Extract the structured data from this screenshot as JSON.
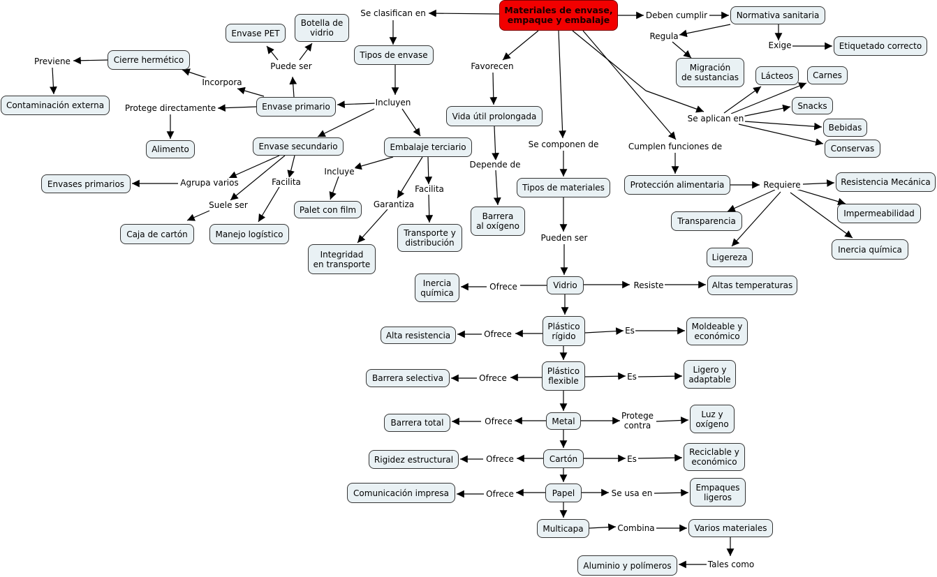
{
  "map": {
    "title": "Materiales de envase,\nempaque y embalaje",
    "nodes": {
      "root": "Materiales de envase,\nempaque y embalaje",
      "tipos_envase": "Tipos de envase",
      "envase_pet": "Envase PET",
      "botella_vidrio": "Botella de\nvidrio",
      "cierre": "Cierre hermético",
      "contaminacion": "Contaminación externa",
      "envase_primario": "Envase primario",
      "alimento": "Alimento",
      "envase_secundario": "Envase secundario",
      "embalaje_terciario": "Embalaje terciario",
      "envases_primarios": "Envases primarios",
      "caja_carton": "Caja de cartón",
      "manejo_logistico": "Manejo logístico",
      "palet": "Palet con film",
      "integridad": "Integridad\nen transporte",
      "transporte": "Transporte y\ndistribución",
      "vida_util": "Vida útil prolongada",
      "barrera_oxigeno": "Barrera\nal oxígeno",
      "tipos_materiales": "Tipos de materiales",
      "normativa": "Normativa sanitaria",
      "etiquetado": "Etiquetado correcto",
      "migracion": "Migración\nde sustancias",
      "lacteos": "Lácteos",
      "carnes": "Carnes",
      "snacks": "Snacks",
      "bebidas": "Bebidas",
      "conservas": "Conservas",
      "proteccion": "Protección alimentaria",
      "resistencia_mecanica": "Resistencia Mecánica",
      "transparencia": "Transparencia",
      "impermeabilidad": "Impermeabilidad",
      "ligereza": "Ligereza",
      "inercia_quimica_2": "Inercia química",
      "vidrio": "Vidrio",
      "inercia_quimica": "Inercia\nquímica",
      "altas_temp": "Altas temperaturas",
      "plastico_rigido": "Plástico\nrígido",
      "alta_resistencia": "Alta resistencia",
      "moldeable": "Moldeable y\neconómico",
      "plastico_flexible": "Plástico\nflexible",
      "barrera_selectiva": "Barrera selectiva",
      "ligero": "Ligero y\nadaptable",
      "metal": "Metal",
      "barrera_total": "Barrera total",
      "luz_oxigeno": "Luz y\noxígeno",
      "carton": "Cartón",
      "rigidez": "Rigidez estructural",
      "reciclable": "Reciclable y\neconómico",
      "papel": "Papel",
      "comunicacion": "Comunicación impresa",
      "empaques_ligeros": "Empaques\nligeros",
      "multicapa": "Multicapa",
      "varios_materiales": "Varios materiales",
      "aluminio": "Aluminio y polímeros"
    },
    "links": {
      "se_clasifican": "Se clasifican en",
      "deben_cumplir": "Deben cumplir",
      "regula": "Regula",
      "exige": "Exige",
      "favorecen": "Favorecen",
      "se_componen": "Se componen de",
      "cumplen": "Cumplen funciones de",
      "se_aplican": "Se aplican en",
      "incluyen": "Incluyen",
      "puede_ser": "Puede ser",
      "incorpora": "Incorpora",
      "previene": "Previene",
      "protege_dir": "Protege directamente",
      "agrupa": "Agrupa varios",
      "suele_ser": "Suele ser",
      "facilita_1": "Facilita",
      "incluye": "Incluye",
      "garantiza": "Garantiza",
      "facilita_2": "Facilita",
      "depende": "Depende de",
      "pueden_ser": "Pueden ser",
      "requiere": "Requiere",
      "ofrece_vidrio": "Ofrece",
      "resiste": "Resiste",
      "ofrece_rigido": "Ofrece",
      "es_rigido": "Es",
      "ofrece_flexible": "Ofrece",
      "es_flexible": "Es",
      "ofrece_metal": "Ofrece",
      "protege_contra": "Protege\ncontra",
      "ofrece_carton": "Ofrece",
      "es_carton": "Es",
      "ofrece_papel": "Ofrece",
      "se_usa": "Se usa en",
      "combina": "Combina",
      "tales_como": "Tales como"
    }
  }
}
